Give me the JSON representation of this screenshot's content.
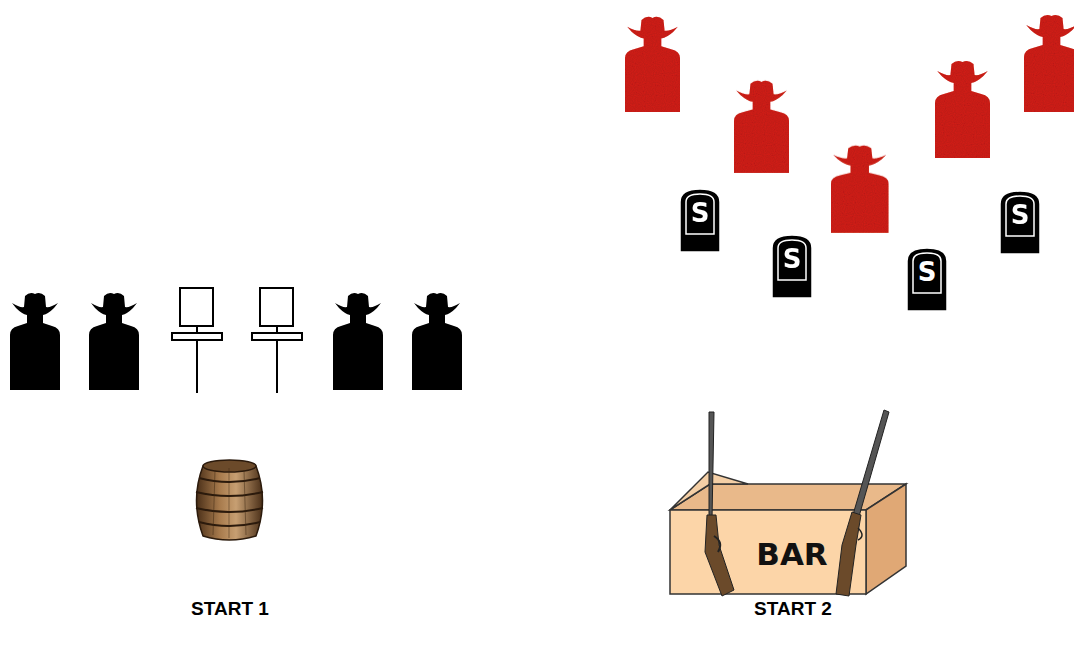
{
  "diagram": {
    "nodes": [
      {
        "text": [
          "S"
        ]
      },
      {
        "text": [
          "S"
        ]
      },
      {
        "text": [
          "S"
        ]
      },
      {
        "text": [
          "S"
        ]
      },
      {
        "text": [
          "BAR"
        ]
      }
    ],
    "labels": [
      "START 1",
      "START 2"
    ]
  }
}
